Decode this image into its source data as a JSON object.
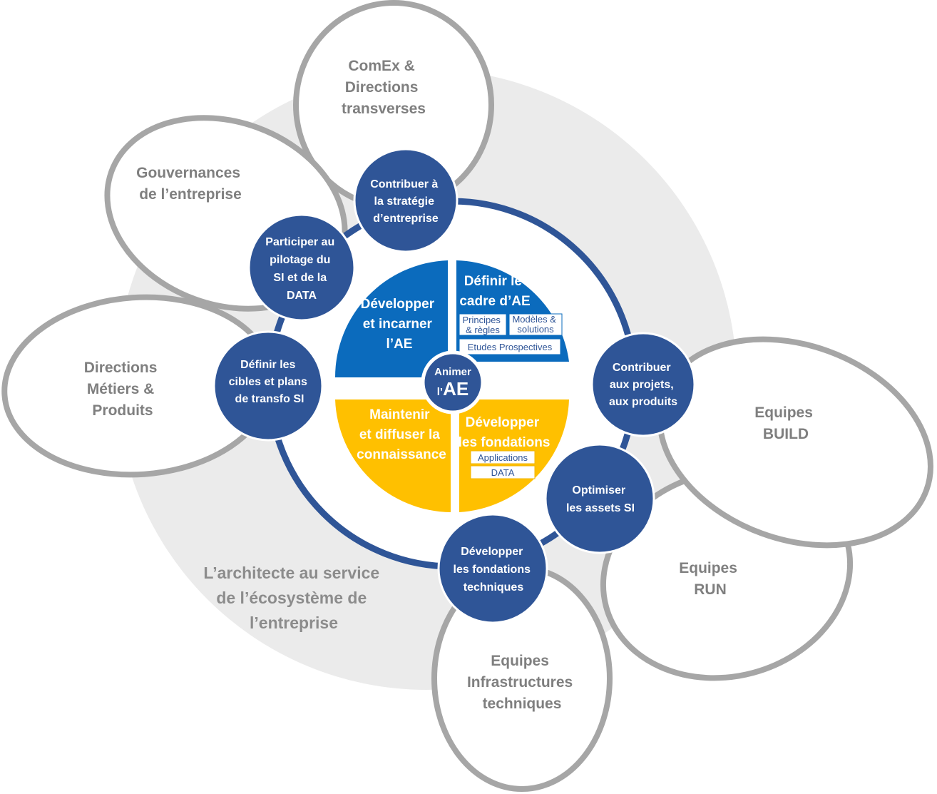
{
  "stakeholders": {
    "comex": [
      "ComEx &",
      "Directions",
      "transverses"
    ],
    "gouvernances": [
      "Gouvernances",
      "de l’entreprise"
    ],
    "directions_metiers": [
      "Directions",
      "Métiers &",
      "Produits"
    ],
    "equipes_build": [
      "Equipes",
      "BUILD"
    ],
    "equipes_run": [
      "Equipes",
      "RUN"
    ],
    "equipes_infra": [
      "Equipes",
      "Infrastructures",
      "techniques"
    ]
  },
  "roles": {
    "strategie": [
      "Contribuer à",
      "la stratégie",
      "d’entreprise"
    ],
    "pilotage": [
      "Participer au",
      "pilotage du",
      "SI et de la",
      "DATA"
    ],
    "cibles": [
      "Définir les",
      "cibles et plans",
      "de transfo  SI"
    ],
    "projets": [
      "Contribuer",
      "aux projets,",
      "aux produits"
    ],
    "assets": [
      "Optimiser",
      "les assets SI"
    ],
    "fondations_tech": [
      "Développer",
      "les fondations",
      "techniques"
    ]
  },
  "core": {
    "incarner": [
      "Développer",
      "et incarner",
      "l’AE"
    ],
    "cadre": [
      "Définir le",
      "cadre d’AE"
    ],
    "cadre_tags": {
      "principes": [
        "Principes",
        "& règles"
      ],
      "modeles": [
        "Modèles &",
        "solutions"
      ],
      "etudes": "Etudes Prospectives"
    },
    "connaissance": [
      "Maintenir",
      "et diffuser la",
      "connaissance"
    ],
    "fondations": [
      "Développer",
      "les fondations"
    ],
    "fondations_tags": [
      "Applications",
      "DATA"
    ],
    "center": {
      "small": "Animer",
      "prefix": "l’",
      "big": "AE"
    }
  },
  "caption": [
    "L’architecte au service",
    "de l’écosystème de",
    "l’entreprise"
  ],
  "colors": {
    "node_blue": "#2f5597",
    "quad_blue": "#0b6bbd",
    "quad_yellow": "#ffc000",
    "ellipse_stroke": "#a6a6a6",
    "backdrop": "#ebebeb"
  }
}
